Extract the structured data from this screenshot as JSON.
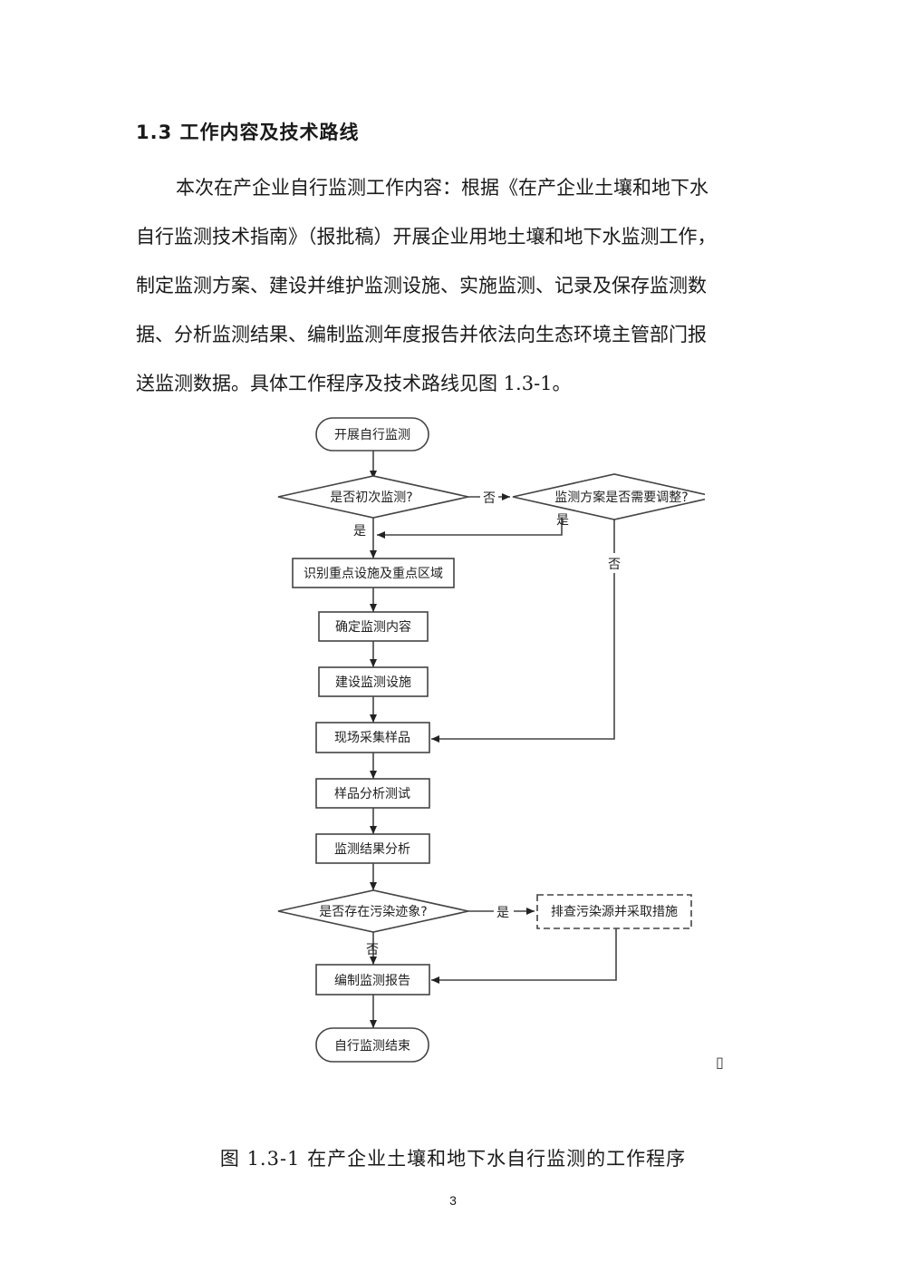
{
  "section": {
    "heading": "1.3 工作内容及技术路线"
  },
  "paragraph": {
    "lines": [
      "本次在产企业自行监测工作内容：根据《在产企业土壤和地下水",
      "自行监测技术指南》（报批稿）开展企业用地土壤和地下水监测工作，",
      "制定监测方案、建设并维护监测设施、实施监测、记录及保存监测数",
      "据、分析监测结果、编制监测年度报告并依法向生态环境主管部门报",
      "送监测数据。具体工作程序及技术路线见图 1.3-1。"
    ]
  },
  "flowchart": {
    "nodes": {
      "start": "开展自行监测",
      "q_first": "是否初次监测?",
      "q_adjust": "监测方案是否需要调整?",
      "identify": "识别重点设施及重点区域",
      "determine": "确定监测内容",
      "build": "建设监测设施",
      "sample": "现场采集样品",
      "analyze": "样品分析测试",
      "result": "监测结果分析",
      "q_pollution": "是否存在污染迹象?",
      "investigate": "排查污染源并采取措施",
      "report": "编制监测报告",
      "end": "自行监测结束"
    },
    "edge_labels": {
      "first_no": "否",
      "first_yes": "是",
      "adjust_yes": "是",
      "adjust_no": "否",
      "pollution_yes": "是",
      "pollution_no": "否"
    },
    "stray_mark": "▯"
  },
  "figure": {
    "caption": "图 1.3-1 在产企业土壤和地下水自行监测的工作程序"
  },
  "page": {
    "number": "3"
  }
}
